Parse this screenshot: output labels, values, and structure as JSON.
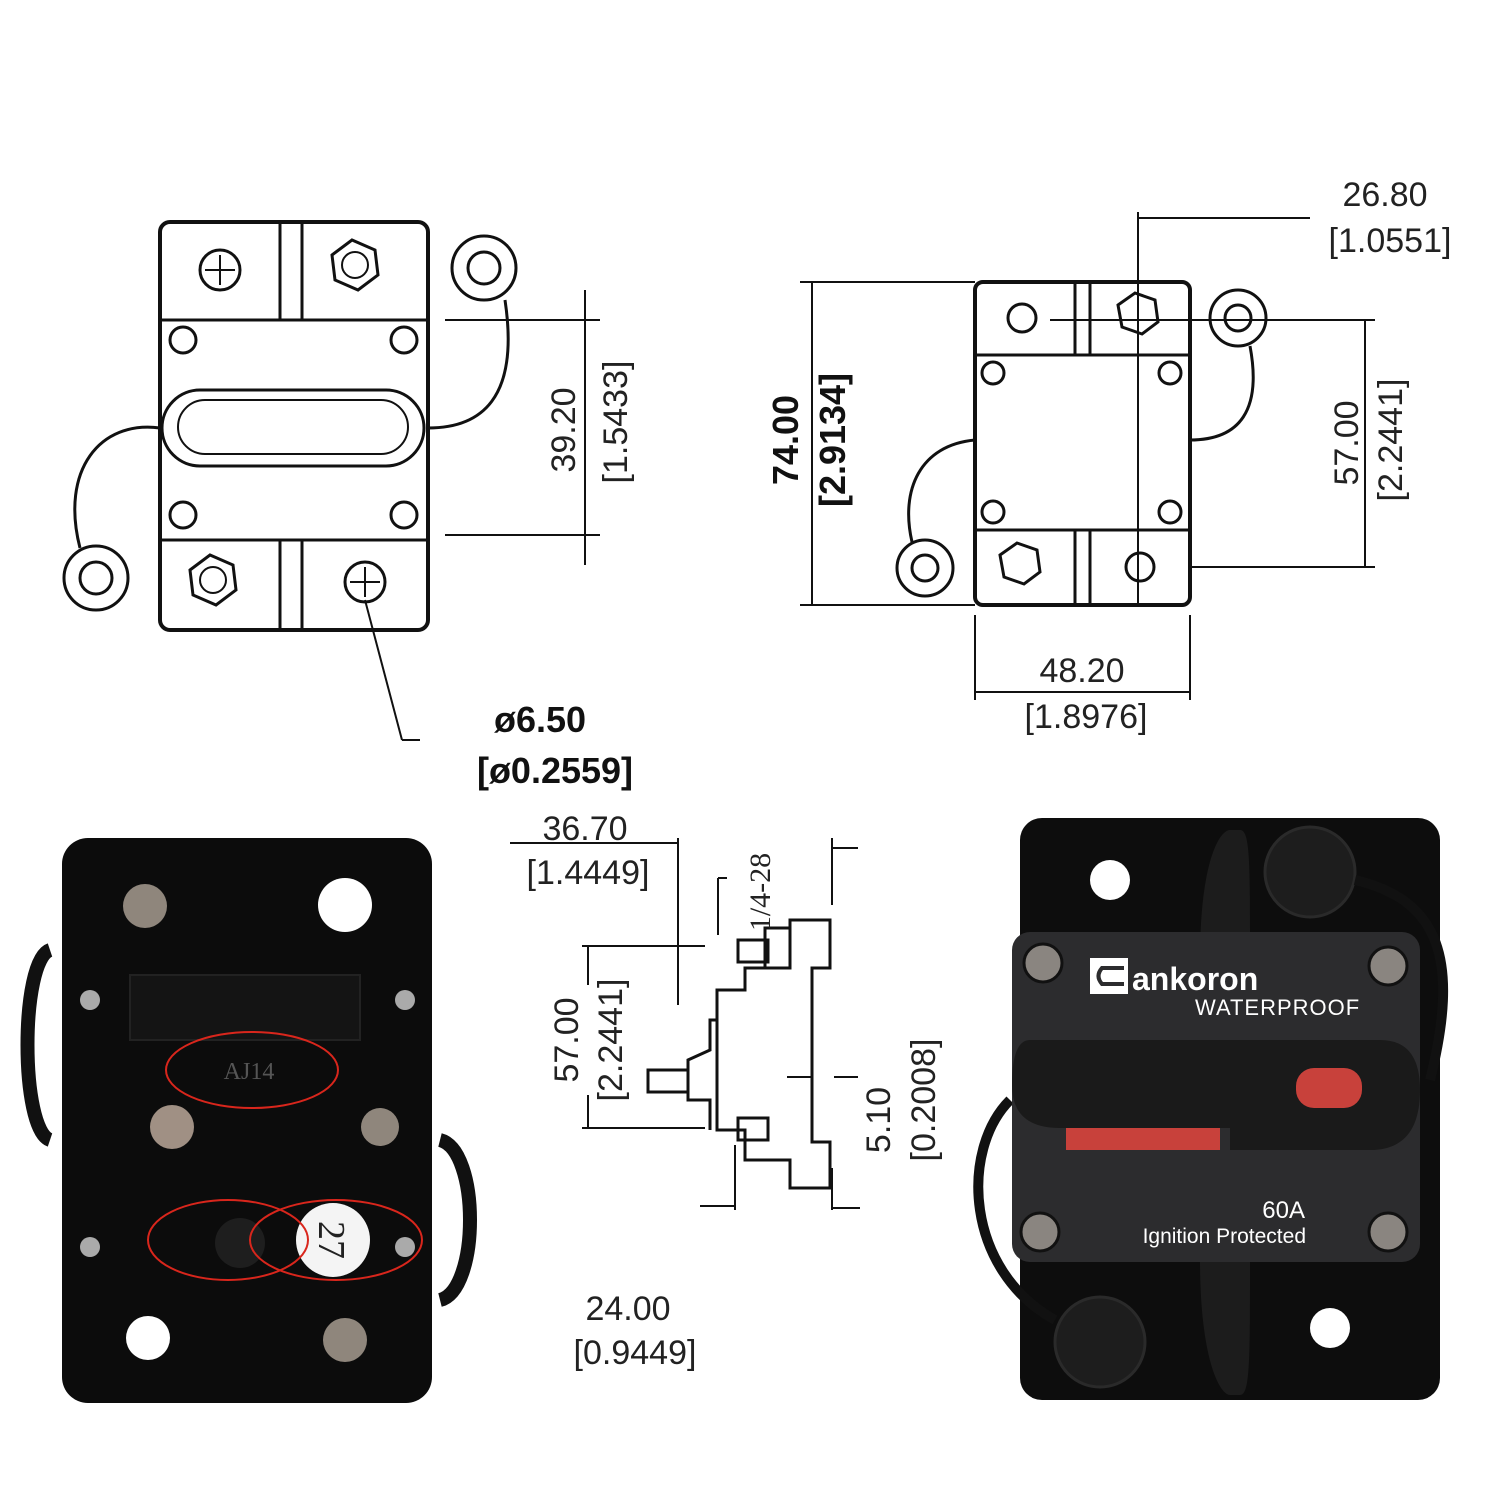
{
  "top_view": {
    "height_mm": "39.20",
    "height_in": "[1.5433]",
    "hole_mm": "ø6.50",
    "hole_in": "[ø0.2559]"
  },
  "front_view": {
    "offset_mm": "26.80",
    "offset_in": "[1.0551]",
    "total_height_mm": "74.00",
    "total_height_in": "[2.9134]",
    "stud_spacing_mm": "57.00",
    "stud_spacing_in": "[2.2441]",
    "width_mm": "48.20",
    "width_in": "[1.8976]"
  },
  "side_view": {
    "depth_mm": "36.70",
    "depth_in": "[1.4449]",
    "thread": "1/4-28",
    "stud_spacing_mm": "57.00",
    "stud_spacing_in": "[2.2441]",
    "flange_mm": "5.10",
    "flange_in": "[0.2008]",
    "base_mm": "24.00",
    "base_in": "[0.9449]"
  },
  "back_photo": {
    "stamp_code": "AJ14",
    "sticker_number": "27",
    "highlight_color": "#d9261c"
  },
  "front_photo": {
    "brand": "ankoron",
    "subtitle": "WATERPROOF",
    "rating": "60A",
    "certification": "Ignition Protected",
    "accent_color": "#c8413b"
  }
}
